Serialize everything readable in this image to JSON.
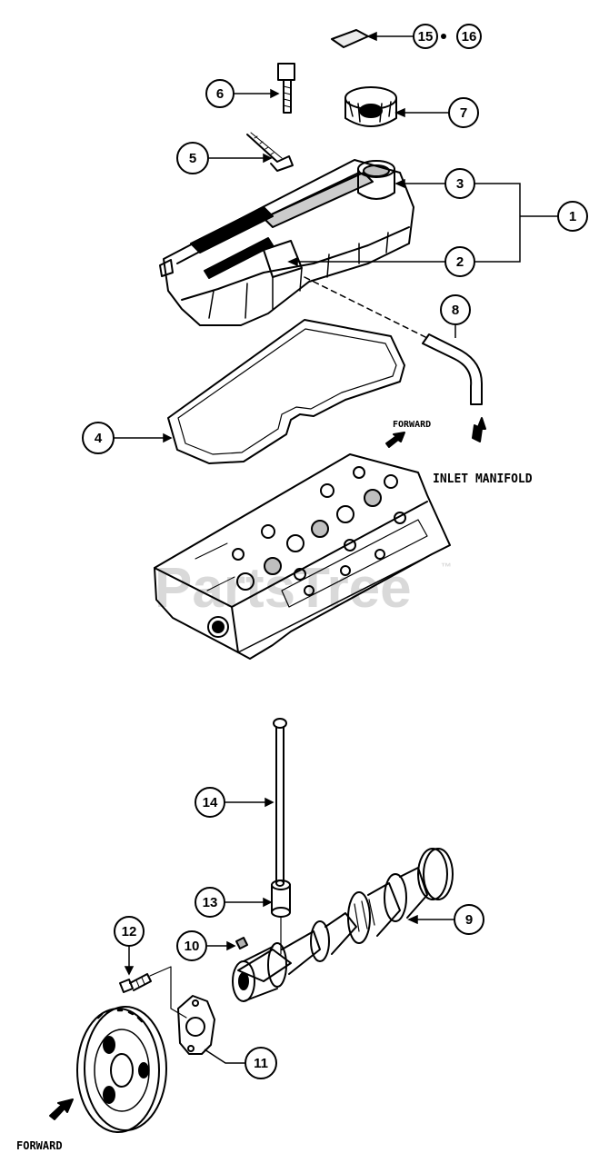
{
  "callouts": {
    "c1": "1",
    "c2": "2",
    "c3": "3",
    "c4": "4",
    "c5": "5",
    "c6": "6",
    "c7": "7",
    "c8": "8",
    "c9": "9",
    "c10": "10",
    "c11": "11",
    "c12": "12",
    "c13": "13",
    "c14": "14",
    "c15": "15",
    "c16": "16"
  },
  "labels": {
    "forward_top": "FORWARD",
    "inlet_manifold": "INLET MANIFOLD",
    "forward_bottom": "FORWARD"
  },
  "watermark": {
    "text": "PartsTree",
    "trademark": "™"
  }
}
